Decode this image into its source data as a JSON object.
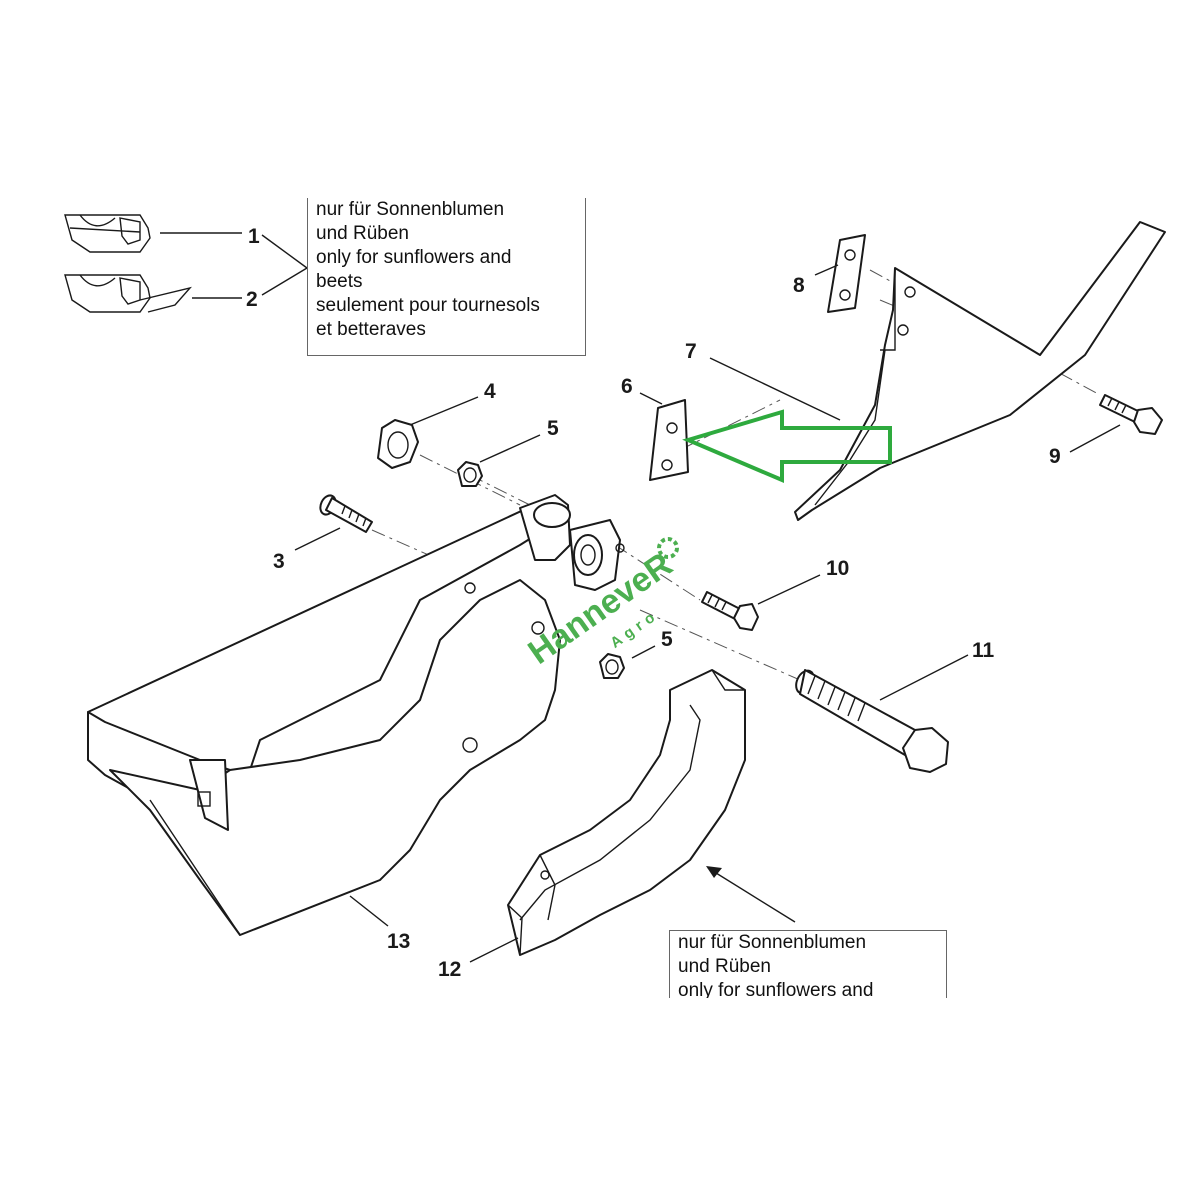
{
  "parts": [
    {
      "id": "label-1",
      "text": "1"
    },
    {
      "id": "label-2",
      "text": "2"
    },
    {
      "id": "label-3",
      "text": "3"
    },
    {
      "id": "label-4",
      "text": "4"
    },
    {
      "id": "label-5a",
      "text": "5"
    },
    {
      "id": "label-5b",
      "text": "5"
    },
    {
      "id": "label-6",
      "text": "6"
    },
    {
      "id": "label-7",
      "text": "7"
    },
    {
      "id": "label-8",
      "text": "8"
    },
    {
      "id": "label-9",
      "text": "9"
    },
    {
      "id": "label-10",
      "text": "10"
    },
    {
      "id": "label-11",
      "text": "11"
    },
    {
      "id": "label-12",
      "text": "12"
    },
    {
      "id": "label-13",
      "text": "13"
    }
  ],
  "notes": {
    "top": [
      "nur für Sonnenblumen",
      "und Rüben",
      "only for sunflowers and",
      "beets",
      "seulement pour tournesols",
      "et betteraves"
    ],
    "bottom": [
      "nur für Sonnenblumen",
      "und Rüben",
      "only for sunflowers and"
    ]
  },
  "watermark": {
    "brand": "HanneveR",
    "sub": "Agro"
  },
  "colors": {
    "highlight_arrow": "#2eaa3e",
    "watermark": "#4caf50",
    "line": "#1a1a1a"
  }
}
